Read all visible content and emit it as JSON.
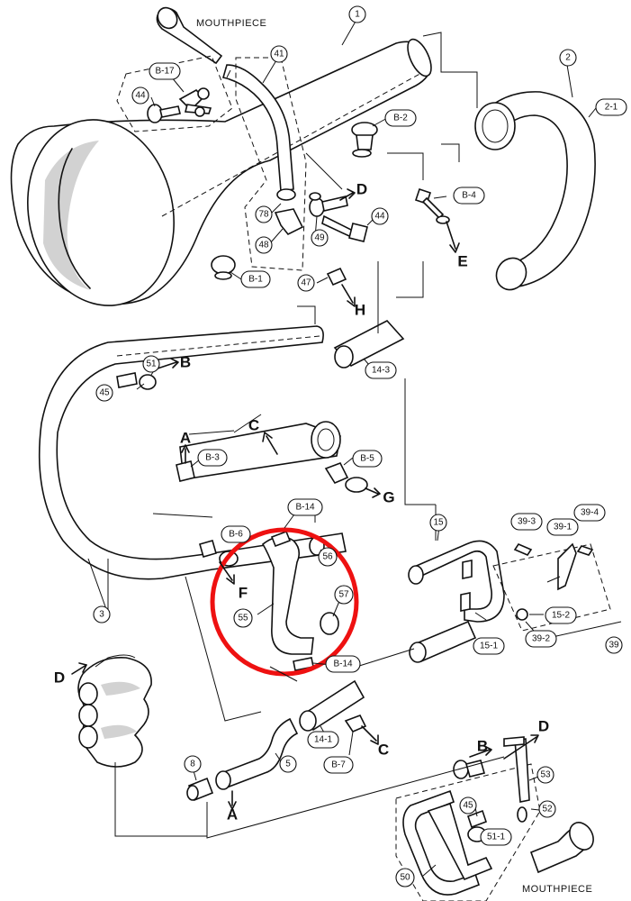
{
  "diagram": {
    "captions": {
      "mouthpiece_top": "MOUTHPIECE",
      "mouthpiece_bottom": "MOUTHPIECE"
    },
    "callouts": {
      "p1": "1",
      "p2": "2",
      "p2_1": "2-1",
      "p3": "3",
      "p41": "41",
      "p44a": "44",
      "p44b": "44",
      "p45a": "45",
      "p45b": "45",
      "p47": "47",
      "p48": "48",
      "p49": "49",
      "p50": "50",
      "p51": "51",
      "p51_1": "51-1",
      "p52": "52",
      "p53": "53",
      "p55": "55",
      "p56": "56",
      "p57": "57",
      "p5": "5",
      "p8": "8",
      "p14_1": "14-1",
      "p14_3": "14-3",
      "p15": "15",
      "p15_1": "15-1",
      "p15_2": "15-2",
      "p39": "39",
      "p39_1": "39-1",
      "p39_2": "39-2",
      "p39_3": "39-3",
      "p39_4": "39-4",
      "p78": "78",
      "b1": "B-1",
      "b2": "B-2",
      "b3": "B-3",
      "b4": "B-4",
      "b5": "B-5",
      "b6": "B-6",
      "b7": "B-7",
      "b14a": "B-14",
      "b14b": "B-14",
      "b17": "B-17"
    },
    "letters": {
      "a_top": "A",
      "a_bottom": "A",
      "b_left": "B",
      "b_bottom": "B",
      "c_top": "C",
      "c_bottom": "C",
      "d_top": "D",
      "d_left": "D",
      "d_bottom": "D",
      "e": "E",
      "f": "F",
      "g": "G",
      "h": "H"
    },
    "highlight_color": "#ee1111"
  }
}
